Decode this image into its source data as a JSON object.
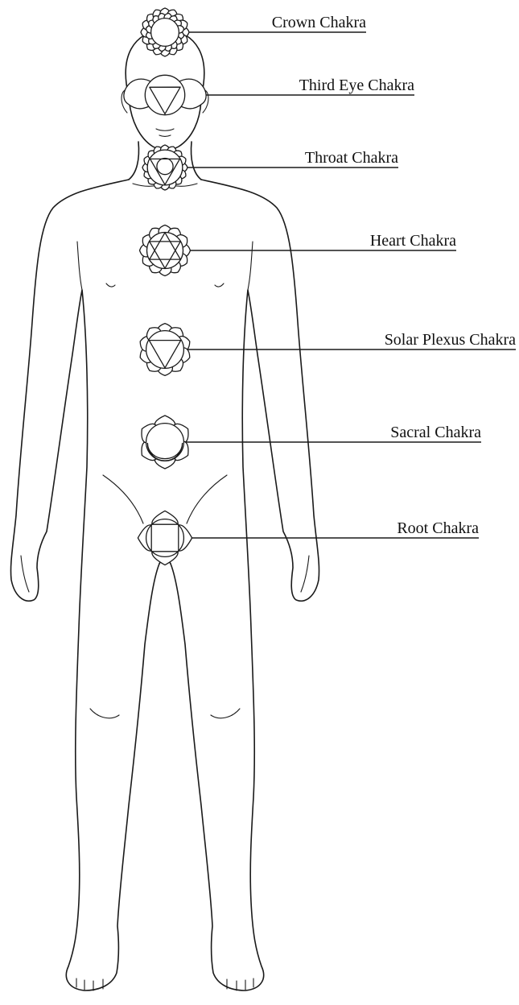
{
  "diagram": {
    "chakras": [
      {
        "id": "crown",
        "label": "Crown Chakra",
        "symbol": "thousand-petal-lotus"
      },
      {
        "id": "third-eye",
        "label": "Third Eye Chakra",
        "symbol": "two-petal-lotus-triangle"
      },
      {
        "id": "throat",
        "label": "Throat Chakra",
        "symbol": "sixteen-petal-lotus-triangle-circle"
      },
      {
        "id": "heart",
        "label": "Heart Chakra",
        "symbol": "twelve-petal-lotus-hexagram"
      },
      {
        "id": "solar-plexus",
        "label": "Solar Plexus Chakra",
        "symbol": "ten-petal-lotus-triangle"
      },
      {
        "id": "sacral",
        "label": "Sacral Chakra",
        "symbol": "six-petal-lotus-crescent"
      },
      {
        "id": "root",
        "label": "Root Chakra",
        "symbol": "four-petal-lotus-square"
      }
    ],
    "colors": {
      "line": "#1a1a1a",
      "background": "#ffffff"
    }
  }
}
